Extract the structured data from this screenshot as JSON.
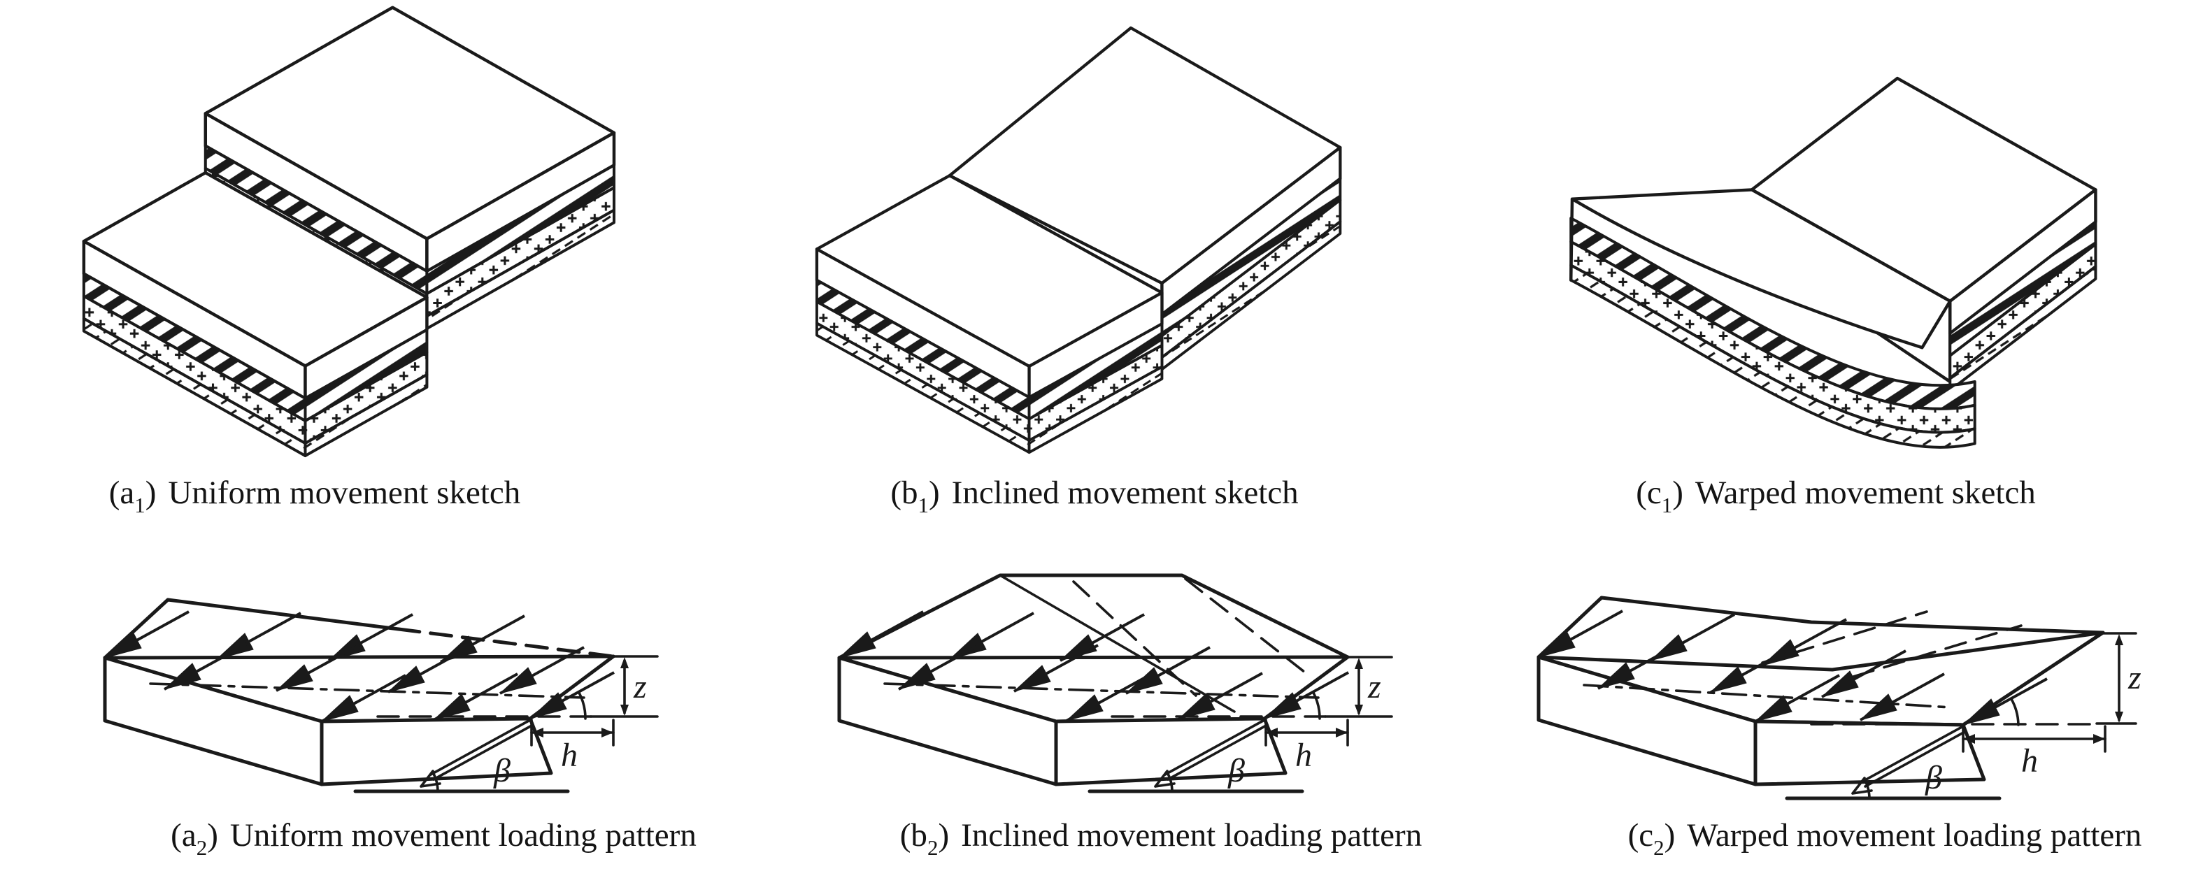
{
  "figure": {
    "panels": [
      {
        "id": "a1",
        "tag_open": "(a",
        "tag_sub": "1",
        "tag_close": ")",
        "caption": "Uniform movement sketch"
      },
      {
        "id": "b1",
        "tag_open": "(b",
        "tag_sub": "1",
        "tag_close": ")",
        "caption": "Inclined movement sketch"
      },
      {
        "id": "c1",
        "tag_open": "(c",
        "tag_sub": "1",
        "tag_close": ")",
        "caption": "Warped movement sketch"
      },
      {
        "id": "a2",
        "tag_open": "(a",
        "tag_sub": "2",
        "tag_close": ")",
        "caption": "Uniform movement loading pattern"
      },
      {
        "id": "b2",
        "tag_open": "(b",
        "tag_sub": "2",
        "tag_close": ")",
        "caption": "Inclined movement loading pattern"
      },
      {
        "id": "c2",
        "tag_open": "(c",
        "tag_sub": "2",
        "tag_close": ")",
        "caption": "Warped movement loading pattern"
      }
    ],
    "annotation_labels": {
      "beta": "β",
      "h": "h",
      "z": "z"
    },
    "layer_legend": [
      "top-soil-layer",
      "hatched-rock-layer",
      "crossed-rock-layer",
      "dashed-rock-layer"
    ],
    "colors": {
      "ink": "#1a1a1a",
      "paper": "#ffffff"
    }
  }
}
